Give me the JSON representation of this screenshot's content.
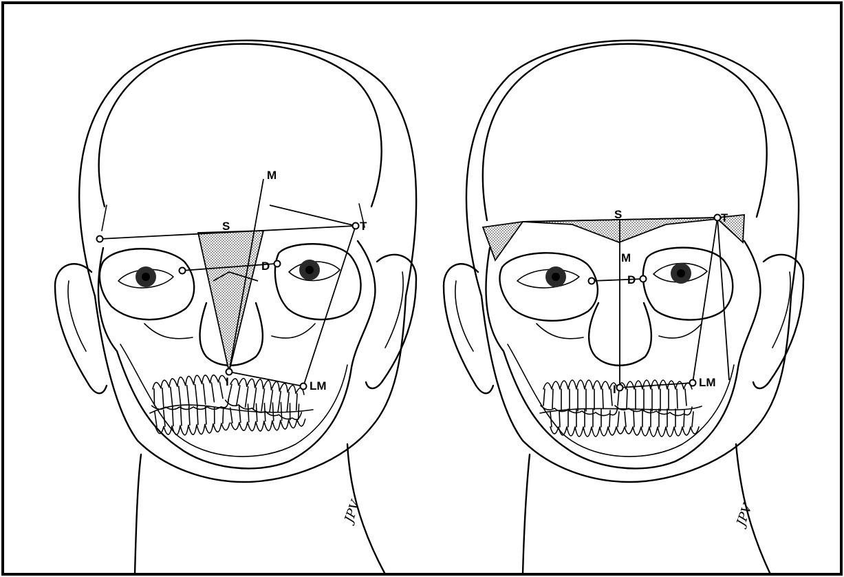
{
  "left_face": {
    "labels": {
      "M": "M",
      "S": "S",
      "T": "T",
      "D": "D",
      "I": "I",
      "LM": "LM"
    }
  },
  "right_face": {
    "labels": {
      "S": "S",
      "M": "M",
      "T": "T",
      "D": "D",
      "I": "I",
      "LM": "LM"
    }
  },
  "signature": "JPV",
  "colors": {
    "ink": "#000000",
    "background": "#ffffff",
    "shading": "#9a9a9a"
  }
}
